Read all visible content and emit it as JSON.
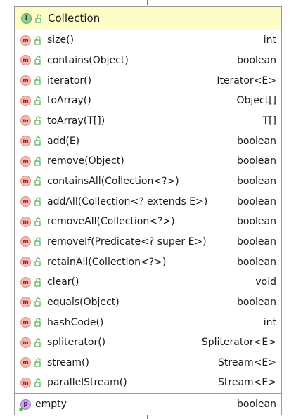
{
  "header": {
    "icon_letter": "I",
    "title": "Collection"
  },
  "method_icon_letter": "m",
  "methods": [
    {
      "name": "size()",
      "type": "int"
    },
    {
      "name": "contains(Object)",
      "type": "boolean"
    },
    {
      "name": "iterator()",
      "type": "Iterator<E>"
    },
    {
      "name": "toArray()",
      "type": "Object[]"
    },
    {
      "name": "toArray(T[])",
      "type": "T[]"
    },
    {
      "name": "add(E)",
      "type": "boolean"
    },
    {
      "name": "remove(Object)",
      "type": "boolean"
    },
    {
      "name": "containsAll(Collection<?>)",
      "type": "boolean"
    },
    {
      "name": "addAll(Collection<? extends E>)",
      "type": "boolean"
    },
    {
      "name": "removeAll(Collection<?>)",
      "type": "boolean"
    },
    {
      "name": "removeIf(Predicate<? super E>)",
      "type": "boolean"
    },
    {
      "name": "retainAll(Collection<?>)",
      "type": "boolean"
    },
    {
      "name": "clear()",
      "type": "void"
    },
    {
      "name": "equals(Object)",
      "type": "boolean"
    },
    {
      "name": "hashCode()",
      "type": "int"
    },
    {
      "name": "spliterator()",
      "type": "Spliterator<E>"
    },
    {
      "name": "stream()",
      "type": "Stream<E>"
    },
    {
      "name": "parallelStream()",
      "type": "Stream<E>"
    }
  ],
  "property": {
    "icon_letter": "p",
    "name": "empty",
    "type": "boolean"
  },
  "colors": {
    "header_bg": "#fdfdc8",
    "interface_icon": "#8fcf8c",
    "method_icon": "#f7b7b2",
    "property_icon": "#c9a8e6",
    "lock": "#4caf50",
    "connector": "#3a9a62"
  }
}
